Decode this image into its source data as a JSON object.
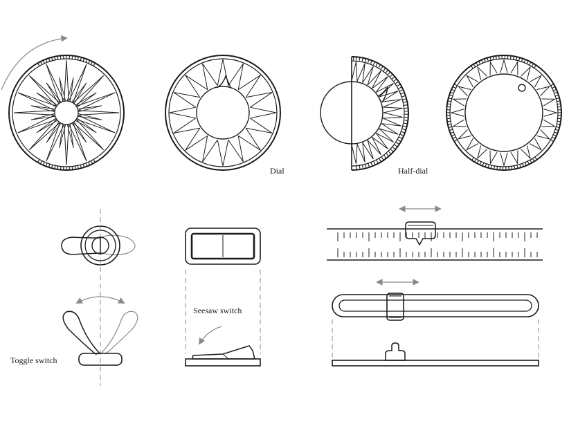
{
  "labels": {
    "dial": "Dial",
    "half_dial": "Half-dial",
    "seesaw_switch": "Seesaw switch",
    "toggle_switch": "Toggle switch"
  },
  "colors": {
    "ink": "#1a1a1a",
    "grey": "#8a8a8a",
    "background": "#ffffff"
  }
}
